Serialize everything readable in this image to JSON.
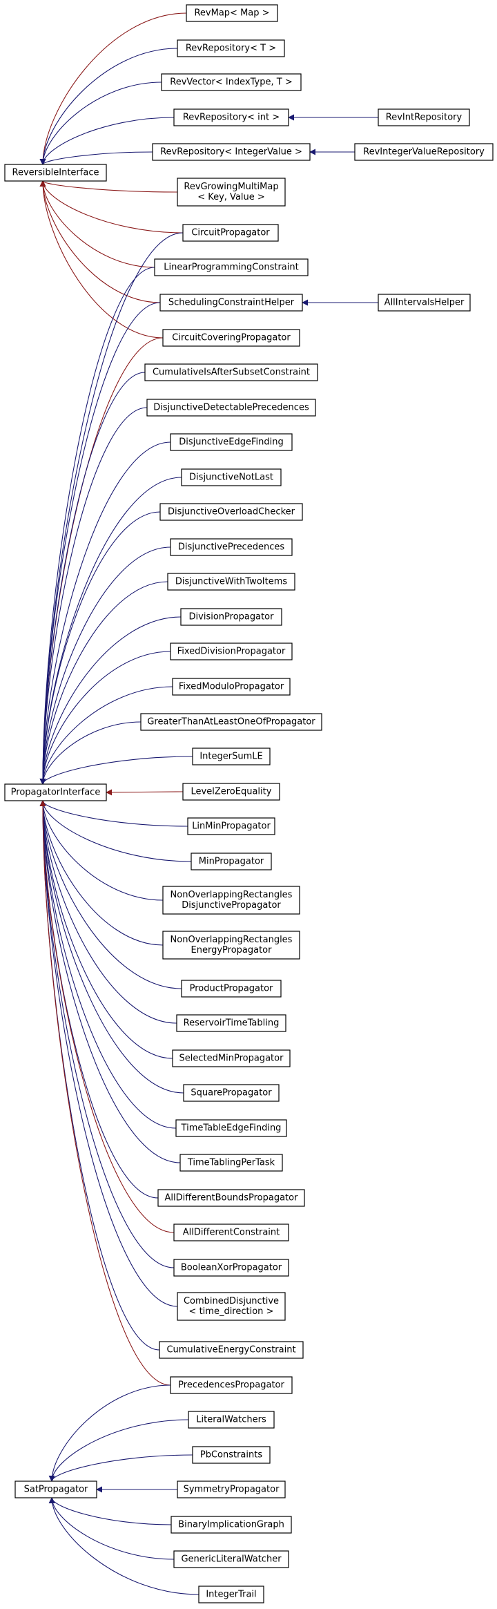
{
  "colors": {
    "inherit_edge": "#191970",
    "protected_edge": "#8b1a1a",
    "node_border": "#000000",
    "background": "#ffffff"
  },
  "nodes": [
    {
      "id": "RevMap",
      "lines": [
        "RevMap< Map >"
      ]
    },
    {
      "id": "RevRepositoryT",
      "lines": [
        "RevRepository< T >"
      ]
    },
    {
      "id": "RevVector",
      "lines": [
        "RevVector< IndexType, T >"
      ]
    },
    {
      "id": "RevRepositoryInt",
      "lines": [
        "RevRepository< int >"
      ]
    },
    {
      "id": "RevIntRepository",
      "lines": [
        "RevIntRepository"
      ]
    },
    {
      "id": "RevRepositoryIntegerValue",
      "lines": [
        "RevRepository< IntegerValue >"
      ]
    },
    {
      "id": "RevIntegerValueRepository",
      "lines": [
        "RevIntegerValueRepository"
      ]
    },
    {
      "id": "ReversibleInterface",
      "lines": [
        "ReversibleInterface"
      ]
    },
    {
      "id": "RevGrowingMultiMap",
      "lines": [
        "RevGrowingMultiMap",
        "< Key, Value >"
      ]
    },
    {
      "id": "CircuitPropagator",
      "lines": [
        "CircuitPropagator"
      ]
    },
    {
      "id": "LinearProgrammingConstraint",
      "lines": [
        "LinearProgrammingConstraint"
      ]
    },
    {
      "id": "SchedulingConstraintHelper",
      "lines": [
        "SchedulingConstraintHelper"
      ]
    },
    {
      "id": "AllIntervalsHelper",
      "lines": [
        "AllIntervalsHelper"
      ]
    },
    {
      "id": "CircuitCoveringPropagator",
      "lines": [
        "CircuitCoveringPropagator"
      ]
    },
    {
      "id": "CumulativeIsAfterSubsetConstraint",
      "lines": [
        "CumulativeIsAfterSubsetConstraint"
      ]
    },
    {
      "id": "DisjunctiveDetectablePrecedences",
      "lines": [
        "DisjunctiveDetectablePrecedences"
      ]
    },
    {
      "id": "DisjunctiveEdgeFinding",
      "lines": [
        "DisjunctiveEdgeFinding"
      ]
    },
    {
      "id": "DisjunctiveNotLast",
      "lines": [
        "DisjunctiveNotLast"
      ]
    },
    {
      "id": "DisjunctiveOverloadChecker",
      "lines": [
        "DisjunctiveOverloadChecker"
      ]
    },
    {
      "id": "DisjunctivePrecedences",
      "lines": [
        "DisjunctivePrecedences"
      ]
    },
    {
      "id": "DisjunctiveWithTwoItems",
      "lines": [
        "DisjunctiveWithTwoItems"
      ]
    },
    {
      "id": "DivisionPropagator",
      "lines": [
        "DivisionPropagator"
      ]
    },
    {
      "id": "FixedDivisionPropagator",
      "lines": [
        "FixedDivisionPropagator"
      ]
    },
    {
      "id": "FixedModuloPropagator",
      "lines": [
        "FixedModuloPropagator"
      ]
    },
    {
      "id": "GreaterThanAtLeastOneOfPropagator",
      "lines": [
        "GreaterThanAtLeastOneOfPropagator"
      ]
    },
    {
      "id": "IntegerSumLE",
      "lines": [
        "IntegerSumLE"
      ]
    },
    {
      "id": "PropagatorInterface",
      "lines": [
        "PropagatorInterface"
      ]
    },
    {
      "id": "LevelZeroEquality",
      "lines": [
        "LevelZeroEquality"
      ]
    },
    {
      "id": "LinMinPropagator",
      "lines": [
        "LinMinPropagator"
      ]
    },
    {
      "id": "MinPropagator",
      "lines": [
        "MinPropagator"
      ]
    },
    {
      "id": "NonOverlappingRectanglesDisjunctivePropagator",
      "lines": [
        "NonOverlappingRectangles",
        "DisjunctivePropagator"
      ]
    },
    {
      "id": "NonOverlappingRectanglesEnergyPropagator",
      "lines": [
        "NonOverlappingRectangles",
        "EnergyPropagator"
      ]
    },
    {
      "id": "ProductPropagator",
      "lines": [
        "ProductPropagator"
      ]
    },
    {
      "id": "ReservoirTimeTabling",
      "lines": [
        "ReservoirTimeTabling"
      ]
    },
    {
      "id": "SelectedMinPropagator",
      "lines": [
        "SelectedMinPropagator"
      ]
    },
    {
      "id": "SquarePropagator",
      "lines": [
        "SquarePropagator"
      ]
    },
    {
      "id": "TimeTableEdgeFinding",
      "lines": [
        "TimeTableEdgeFinding"
      ]
    },
    {
      "id": "TimeTablingPerTask",
      "lines": [
        "TimeTablingPerTask"
      ]
    },
    {
      "id": "AllDifferentBoundsPropagator",
      "lines": [
        "AllDifferentBoundsPropagator"
      ]
    },
    {
      "id": "AllDifferentConstraint",
      "lines": [
        "AllDifferentConstraint"
      ]
    },
    {
      "id": "BooleanXorPropagator",
      "lines": [
        "BooleanXorPropagator"
      ]
    },
    {
      "id": "CombinedDisjunctive",
      "lines": [
        "CombinedDisjunctive",
        "< time_direction >"
      ]
    },
    {
      "id": "CumulativeEnergyConstraint",
      "lines": [
        "CumulativeEnergyConstraint"
      ]
    },
    {
      "id": "PrecedencesPropagator",
      "lines": [
        "PrecedencesPropagator"
      ]
    },
    {
      "id": "LiteralWatchers",
      "lines": [
        "LiteralWatchers"
      ]
    },
    {
      "id": "PbConstraints",
      "lines": [
        "PbConstraints"
      ]
    },
    {
      "id": "SatPropagator",
      "lines": [
        "SatPropagator"
      ]
    },
    {
      "id": "SymmetryPropagator",
      "lines": [
        "SymmetryPropagator"
      ]
    },
    {
      "id": "BinaryImplicationGraph",
      "lines": [
        "BinaryImplicationGraph"
      ]
    },
    {
      "id": "GenericLiteralWatcher",
      "lines": [
        "GenericLiteralWatcher"
      ]
    },
    {
      "id": "IntegerTrail",
      "lines": [
        "IntegerTrail"
      ]
    }
  ],
  "edges": [
    {
      "from": "RevMap",
      "to": "ReversibleInterface",
      "kind": "protected"
    },
    {
      "from": "RevRepositoryT",
      "to": "ReversibleInterface",
      "kind": "inherit"
    },
    {
      "from": "RevVector",
      "to": "ReversibleInterface",
      "kind": "inherit"
    },
    {
      "from": "RevRepositoryInt",
      "to": "ReversibleInterface",
      "kind": "inherit"
    },
    {
      "from": "RevIntRepository",
      "to": "RevRepositoryInt",
      "kind": "inherit"
    },
    {
      "from": "RevRepositoryIntegerValue",
      "to": "ReversibleInterface",
      "kind": "inherit"
    },
    {
      "from": "RevIntegerValueRepository",
      "to": "RevRepositoryIntegerValue",
      "kind": "inherit"
    },
    {
      "from": "RevGrowingMultiMap",
      "to": "ReversibleInterface",
      "kind": "protected"
    },
    {
      "from": "CircuitPropagator",
      "to": "ReversibleInterface",
      "kind": "protected"
    },
    {
      "from": "LinearProgrammingConstraint",
      "to": "ReversibleInterface",
      "kind": "protected"
    },
    {
      "from": "SchedulingConstraintHelper",
      "to": "ReversibleInterface",
      "kind": "protected"
    },
    {
      "from": "AllIntervalsHelper",
      "to": "SchedulingConstraintHelper",
      "kind": "inherit"
    },
    {
      "from": "CircuitCoveringPropagator",
      "to": "ReversibleInterface",
      "kind": "protected"
    },
    {
      "from": "CircuitPropagator",
      "to": "PropagatorInterface",
      "kind": "inherit"
    },
    {
      "from": "LinearProgrammingConstraint",
      "to": "PropagatorInterface",
      "kind": "inherit"
    },
    {
      "from": "SchedulingConstraintHelper",
      "to": "PropagatorInterface",
      "kind": "inherit"
    },
    {
      "from": "CircuitCoveringPropagator",
      "to": "PropagatorInterface",
      "kind": "protected"
    },
    {
      "from": "CumulativeIsAfterSubsetConstraint",
      "to": "PropagatorInterface",
      "kind": "inherit"
    },
    {
      "from": "DisjunctiveDetectablePrecedences",
      "to": "PropagatorInterface",
      "kind": "inherit"
    },
    {
      "from": "DisjunctiveEdgeFinding",
      "to": "PropagatorInterface",
      "kind": "inherit"
    },
    {
      "from": "DisjunctiveNotLast",
      "to": "PropagatorInterface",
      "kind": "inherit"
    },
    {
      "from": "DisjunctiveOverloadChecker",
      "to": "PropagatorInterface",
      "kind": "inherit"
    },
    {
      "from": "DisjunctivePrecedences",
      "to": "PropagatorInterface",
      "kind": "inherit"
    },
    {
      "from": "DisjunctiveWithTwoItems",
      "to": "PropagatorInterface",
      "kind": "inherit"
    },
    {
      "from": "DivisionPropagator",
      "to": "PropagatorInterface",
      "kind": "inherit"
    },
    {
      "from": "FixedDivisionPropagator",
      "to": "PropagatorInterface",
      "kind": "inherit"
    },
    {
      "from": "FixedModuloPropagator",
      "to": "PropagatorInterface",
      "kind": "inherit"
    },
    {
      "from": "GreaterThanAtLeastOneOfPropagator",
      "to": "PropagatorInterface",
      "kind": "inherit"
    },
    {
      "from": "IntegerSumLE",
      "to": "PropagatorInterface",
      "kind": "inherit"
    },
    {
      "from": "LevelZeroEquality",
      "to": "PropagatorInterface",
      "kind": "protected"
    },
    {
      "from": "LinMinPropagator",
      "to": "PropagatorInterface",
      "kind": "inherit"
    },
    {
      "from": "MinPropagator",
      "to": "PropagatorInterface",
      "kind": "inherit"
    },
    {
      "from": "NonOverlappingRectanglesDisjunctivePropagator",
      "to": "PropagatorInterface",
      "kind": "inherit"
    },
    {
      "from": "NonOverlappingRectanglesEnergyPropagator",
      "to": "PropagatorInterface",
      "kind": "inherit"
    },
    {
      "from": "ProductPropagator",
      "to": "PropagatorInterface",
      "kind": "inherit"
    },
    {
      "from": "ReservoirTimeTabling",
      "to": "PropagatorInterface",
      "kind": "inherit"
    },
    {
      "from": "SelectedMinPropagator",
      "to": "PropagatorInterface",
      "kind": "inherit"
    },
    {
      "from": "SquarePropagator",
      "to": "PropagatorInterface",
      "kind": "inherit"
    },
    {
      "from": "TimeTableEdgeFinding",
      "to": "PropagatorInterface",
      "kind": "inherit"
    },
    {
      "from": "TimeTablingPerTask",
      "to": "PropagatorInterface",
      "kind": "inherit"
    },
    {
      "from": "AllDifferentBoundsPropagator",
      "to": "PropagatorInterface",
      "kind": "inherit"
    },
    {
      "from": "AllDifferentConstraint",
      "to": "PropagatorInterface",
      "kind": "protected"
    },
    {
      "from": "BooleanXorPropagator",
      "to": "PropagatorInterface",
      "kind": "inherit"
    },
    {
      "from": "CombinedDisjunctive",
      "to": "PropagatorInterface",
      "kind": "inherit"
    },
    {
      "from": "CumulativeEnergyConstraint",
      "to": "PropagatorInterface",
      "kind": "inherit"
    },
    {
      "from": "PrecedencesPropagator",
      "to": "PropagatorInterface",
      "kind": "protected"
    },
    {
      "from": "PrecedencesPropagator",
      "to": "SatPropagator",
      "kind": "inherit"
    },
    {
      "from": "LiteralWatchers",
      "to": "SatPropagator",
      "kind": "inherit"
    },
    {
      "from": "PbConstraints",
      "to": "SatPropagator",
      "kind": "inherit"
    },
    {
      "from": "SymmetryPropagator",
      "to": "SatPropagator",
      "kind": "inherit"
    },
    {
      "from": "BinaryImplicationGraph",
      "to": "SatPropagator",
      "kind": "inherit"
    },
    {
      "from": "GenericLiteralWatcher",
      "to": "SatPropagator",
      "kind": "inherit"
    },
    {
      "from": "IntegerTrail",
      "to": "SatPropagator",
      "kind": "inherit"
    }
  ]
}
